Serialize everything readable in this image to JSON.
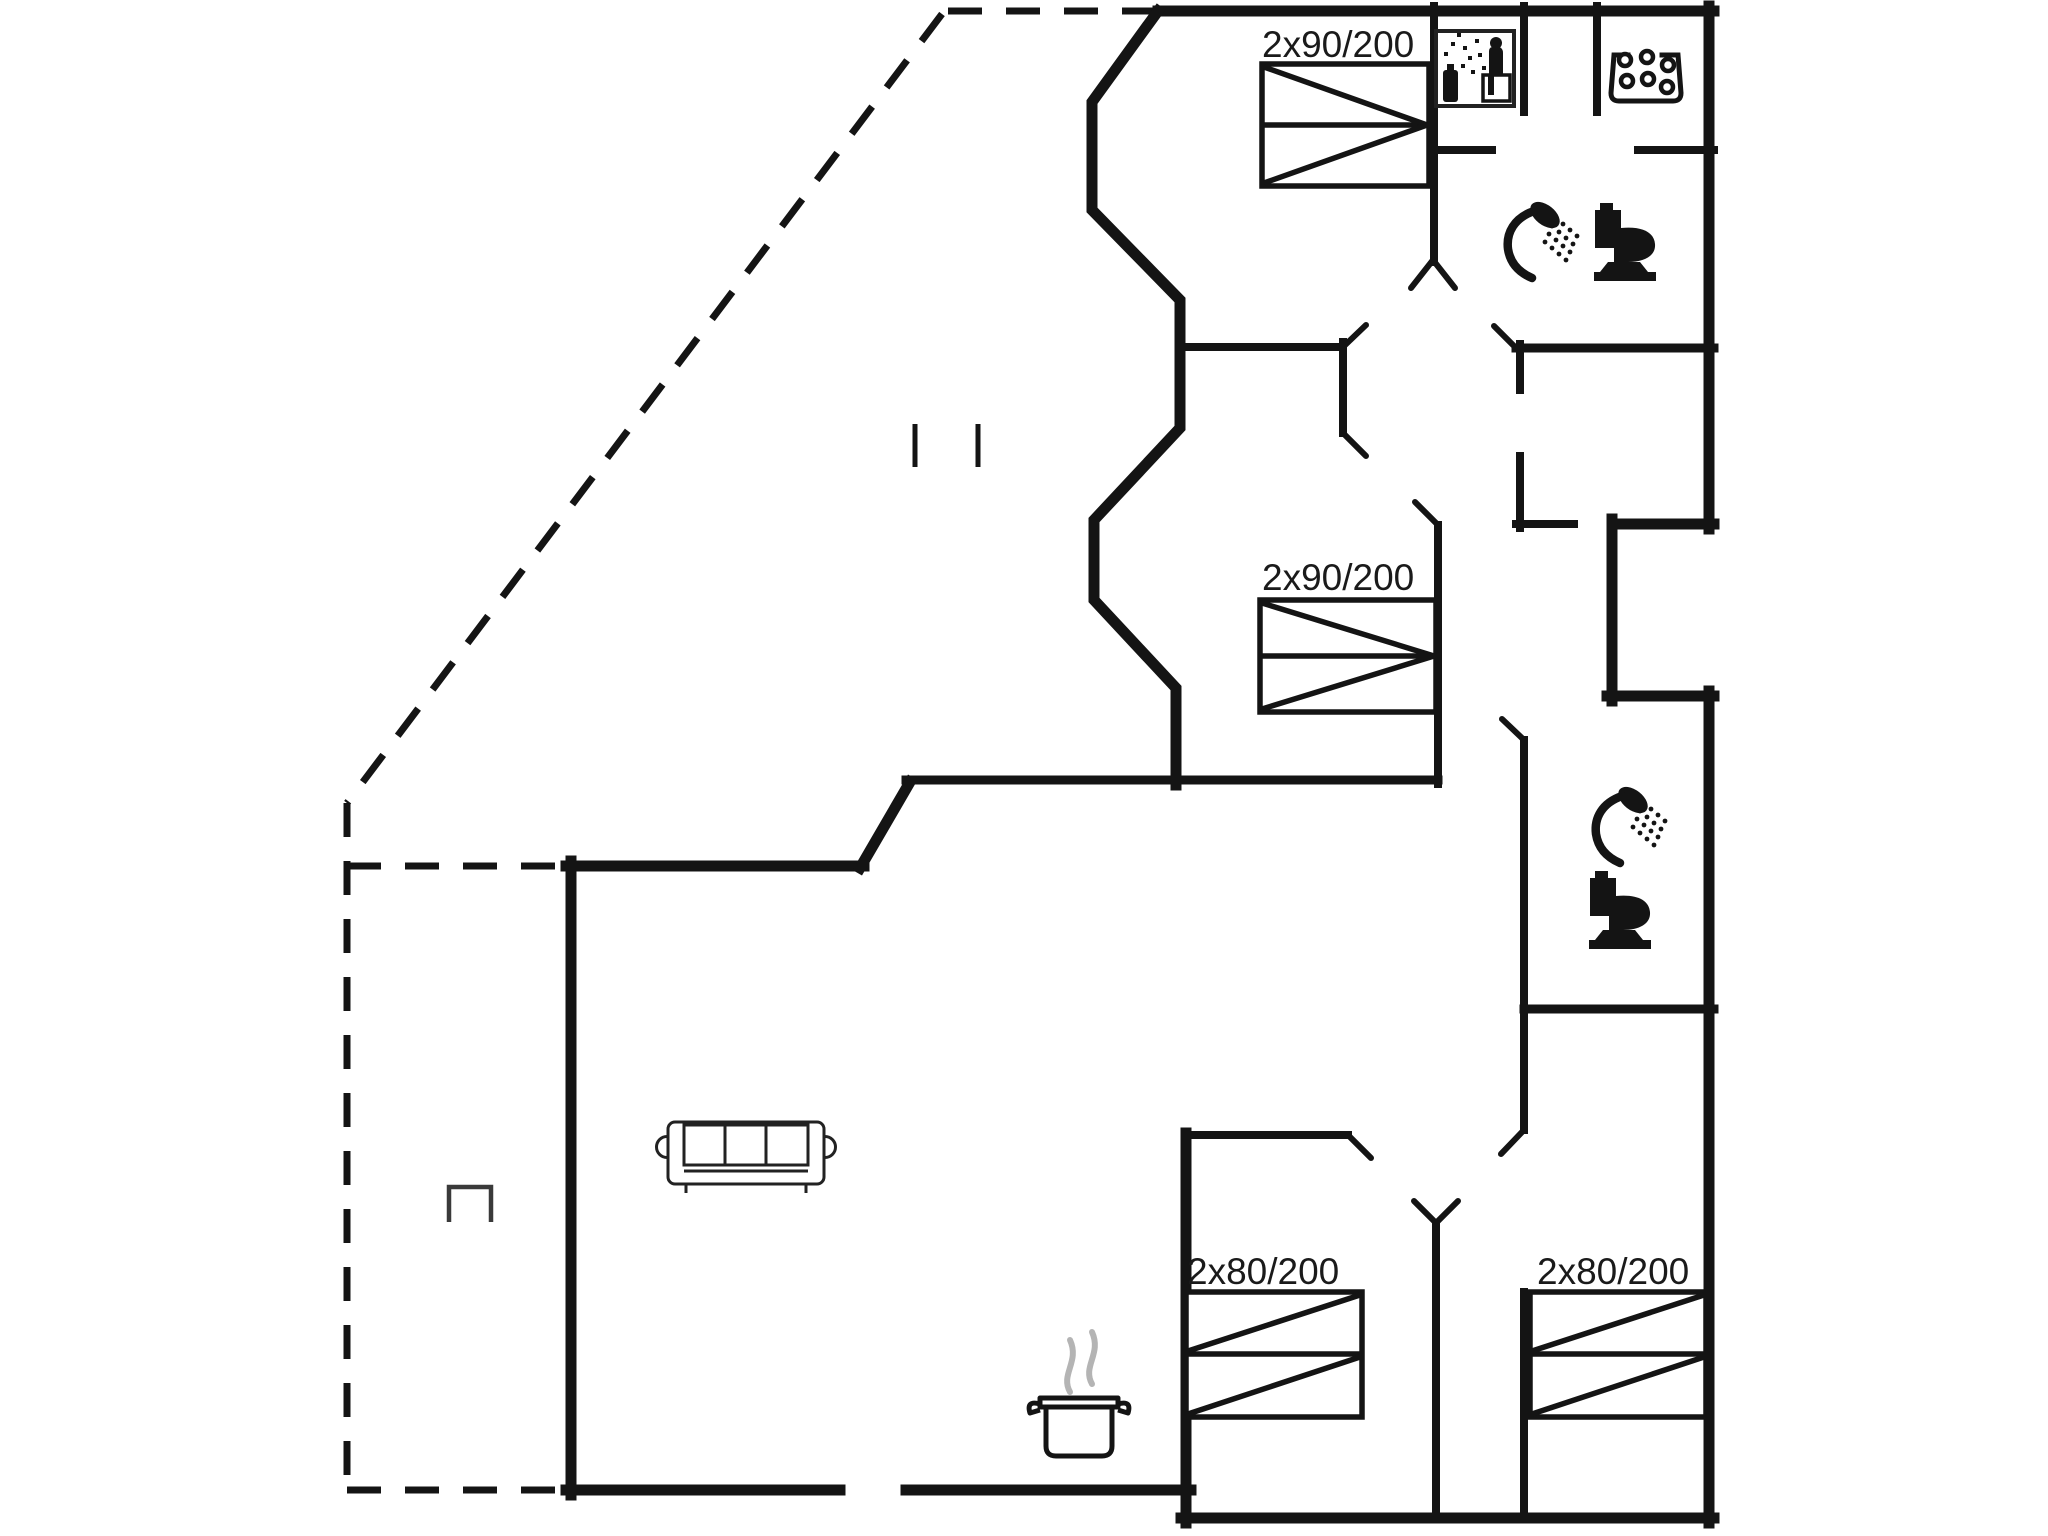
{
  "floor_plan": {
    "background": "#ffffff",
    "wall_color": "#141414",
    "steam_color": "#b4b4b4",
    "bed_labels": [
      {
        "id": "bed-top",
        "label": "2x90/200"
      },
      {
        "id": "bed-middle",
        "label": "2x90/200"
      },
      {
        "id": "bed-bottom-left",
        "label": "2x80/200"
      },
      {
        "id": "bed-bottom-right",
        "label": "2x80/200"
      }
    ],
    "icons": [
      "sauna-icon",
      "whirlpool-icon",
      "shower-icon",
      "toilet-icon",
      "sofa-icon",
      "cooking-pot-icon",
      "steam-icon",
      "roof-post-icon",
      "terrace-marker-icon",
      "door-swing-icon"
    ]
  }
}
